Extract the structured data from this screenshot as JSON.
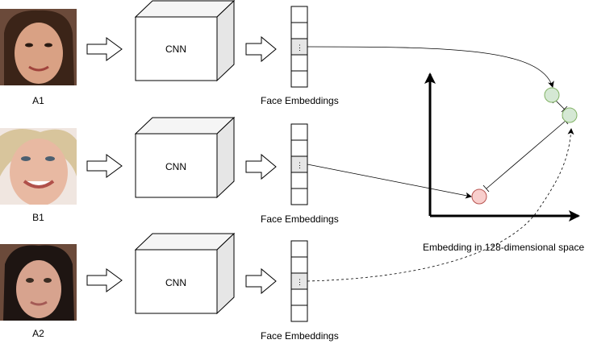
{
  "rows": [
    {
      "face_label": "A1",
      "cnn_label": "CNN",
      "embed_label": "Face Embeddings",
      "cell_marker": "⋮",
      "skin": "#d9a184",
      "hair": "#3b2418"
    },
    {
      "face_label": "B1",
      "cnn_label": "CNN",
      "embed_label": "Face Embeddings",
      "cell_marker": "⋮",
      "skin": "#e8b9a2",
      "hair": "#d8c59c"
    },
    {
      "face_label": "A2",
      "cnn_label": "CNN",
      "embed_label": "Face Embeddings",
      "cell_marker": "⋮",
      "skin": "#d7a38e",
      "hair": "#1e1512"
    }
  ],
  "space_label": "Embedding in 128-dimensional space",
  "colors": {
    "same_person_fill": "#d5e8d4",
    "same_person_stroke": "#82b366",
    "other_person_fill": "#f8cecc",
    "other_person_stroke": "#b85450",
    "highlight_cell": "#e6e6e6"
  }
}
